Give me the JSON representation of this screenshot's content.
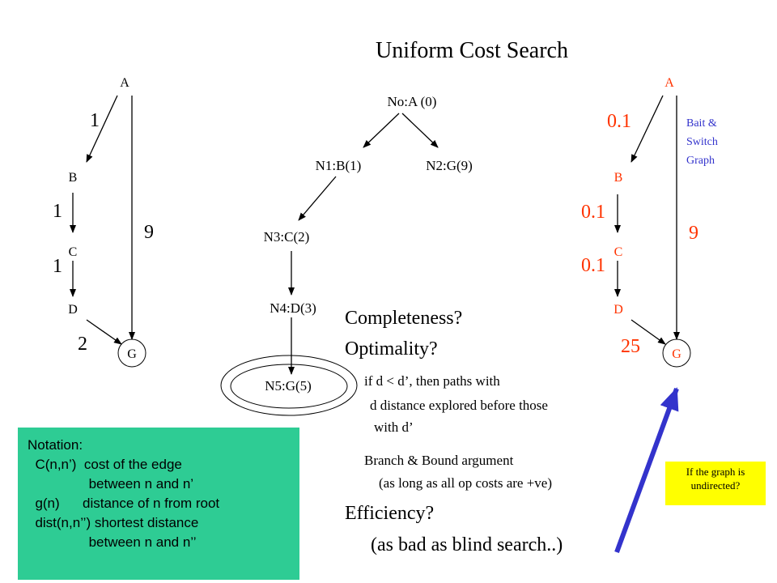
{
  "title": "Uniform Cost Search",
  "left_graph": {
    "nodes": {
      "a": "A",
      "b": "B",
      "c": "C",
      "d": "D",
      "g": "G"
    },
    "edge_costs": {
      "ab": "1",
      "bc": "1",
      "cd": "1",
      "dg": "2",
      "ag": "9"
    }
  },
  "search_tree": {
    "n0": "No:A (0)",
    "n1": "N1:B(1)",
    "n2": "N2:G(9)",
    "n3": "N3:C(2)",
    "n4": "N4:D(3)",
    "n5": "N5:G(5)"
  },
  "right_graph": {
    "nodes": {
      "a": "A",
      "b": "B",
      "c": "C",
      "d": "D",
      "g": "G"
    },
    "edge_costs": {
      "ab": "0.1",
      "bc": "0.1",
      "cd": "0.1",
      "dg": "25",
      "ag": "9"
    },
    "caption": [
      "Bait &",
      "Switch",
      "Graph"
    ]
  },
  "questions": {
    "completeness": "Completeness?",
    "optimality": "Optimality?",
    "efficiency": "Efficiency?",
    "efficiency_note": "(as bad as blind search..)"
  },
  "optimality_notes": [
    "if d < d’, then paths with",
    "d distance explored before those",
    "with d’"
  ],
  "branch_bound_notes": [
    "Branch & Bound argument",
    "(as long as all op costs are +ve)"
  ],
  "notation": {
    "heading": "Notation:",
    "lines": [
      "  C(n,n’)  cost of the edge",
      "                between n and n’",
      "  g(n)      distance of n from root",
      "  dist(n,n’’) shortest distance",
      "                between n and n’’"
    ]
  },
  "undirected_note": [
    "If the graph is",
    "undirected?"
  ],
  "colors": {
    "red": "#ff3300",
    "blue": "#3333cc",
    "arrow": "#3333cc",
    "notation_bg": "#2ecc94",
    "note_bg": "#ffff00"
  }
}
